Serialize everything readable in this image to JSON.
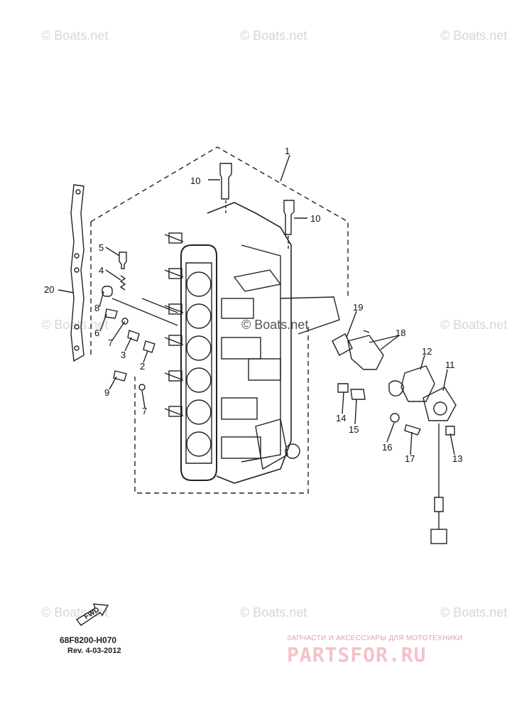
{
  "watermarks": {
    "text": "© Boats.net",
    "center_text": "© Boats.net"
  },
  "callouts": [
    "1",
    "2",
    "3",
    "4",
    "5",
    "6",
    "7",
    "7",
    "8",
    "9",
    "10",
    "10",
    "11",
    "12",
    "13",
    "14",
    "15",
    "16",
    "17",
    "18",
    "19",
    "20"
  ],
  "footer": {
    "part_code": "68F8200-H070",
    "revision": "Rev.   4-03-2012",
    "fwd_label": "FWD"
  },
  "logo": {
    "tagline": "ЗАПЧАСТИ И АКСЕССУАРЫ ДЛЯ МОТОТЕХНИКИ",
    "brand": "PARTSFOR.RU"
  },
  "colors": {
    "line": "#222222",
    "watermark": "#d6d6d6",
    "logo": "#f4c2c8"
  }
}
